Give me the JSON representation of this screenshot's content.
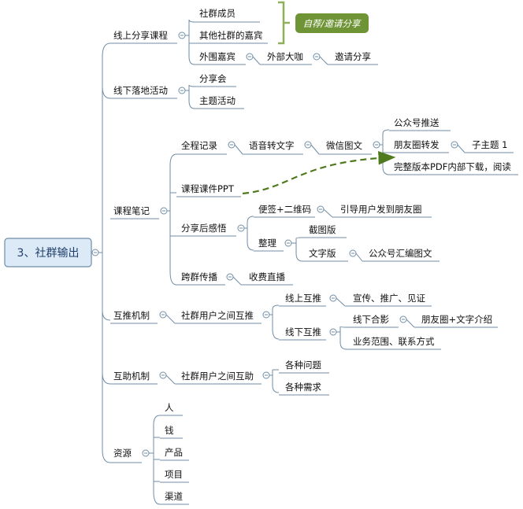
{
  "root": {
    "label": "3、社群输出"
  },
  "branches": {
    "online_course": {
      "label": "线上分享课程",
      "sources": {
        "members": "社群成员",
        "other_guests": "其他社群的嘉宾",
        "outside_guests": "外围嘉宾",
        "outside_vip": "外部大咖",
        "invite": "邀请分享"
      },
      "tag": "自荐/邀请分享"
    },
    "offline_events": {
      "label": "线下落地活动",
      "items": {
        "sharing": "分享会",
        "theme": "主题活动"
      }
    },
    "notes": {
      "label": "课程笔记",
      "record": {
        "label": "全程记录",
        "speech": "语音转文字",
        "wechat": "微信图文",
        "official_push": "公众号推送",
        "moments": "朋友圈转发",
        "subtopic": "子主题 1",
        "pdf": "完整版本PDF内部下载，阅读"
      },
      "ppt": "课程课件PPT",
      "reflection": {
        "label": "分享后感悟",
        "note_qr": "便签+二维码",
        "guide_moments": "引导用户发到朋友圈",
        "organize": "整理",
        "screenshot": "截图版",
        "text_version": "文字版",
        "compile": "公众号汇编图文"
      },
      "cross": {
        "label": "跨群传播",
        "live": "收费直播"
      }
    },
    "promo": {
      "label": "互推机制",
      "mutual": "社群用户之间互推",
      "online": {
        "label": "线上互推",
        "items": "宣传、推广、见证"
      },
      "offline": {
        "label": "线下互推",
        "photo": "线下合影",
        "moments_text": "朋友圈+文字介绍",
        "business": "业务范围、联系方式"
      }
    },
    "help": {
      "label": "互助机制",
      "mutual": "社群用户之间互助",
      "questions": "各种问题",
      "needs": "各种需求"
    },
    "resources": {
      "label": "资源",
      "items": {
        "people": "人",
        "money": "钱",
        "product": "产品",
        "project": "项目",
        "channel": "渠道"
      }
    }
  },
  "colors": {
    "line": "#6f8da6",
    "root_fill": "#dce9f7",
    "root_stroke": "#6f8da6",
    "tag_fill": "#6f9436",
    "bracket": "#8fb05a",
    "arrow": "#4f7a1e"
  }
}
